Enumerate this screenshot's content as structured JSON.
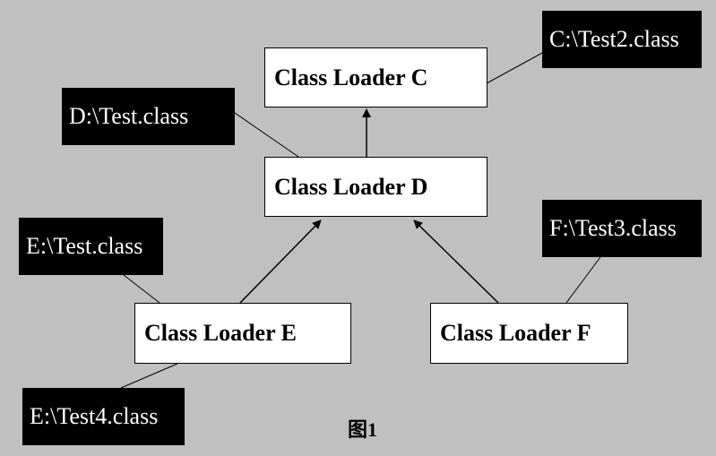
{
  "loaders": {
    "c": "Class Loader C",
    "d": "Class Loader D",
    "e": "Class Loader E",
    "f": "Class Loader F"
  },
  "files": {
    "c_test2": "C:\\Test2.class",
    "d_test": "D:\\Test.class",
    "e_test": "E:\\Test.class",
    "e_test4": "E:\\Test4.class",
    "f_test3": "F:\\Test3.class"
  },
  "caption": "图1",
  "colors": {
    "background": "#c0c0c0",
    "loader_fill": "#ffffff",
    "file_fill": "#000000",
    "file_text": "#ffffff",
    "line": "#000000"
  }
}
